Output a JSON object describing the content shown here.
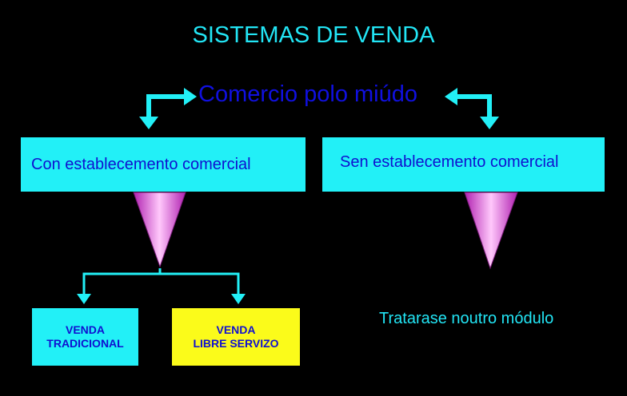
{
  "title": "SISTEMAS DE VENDA",
  "root": "Comercio polo miúdo",
  "branches": {
    "left": "Con establecemento comercial",
    "right": "Sen establecemento comercial"
  },
  "leaves": {
    "tradicional": {
      "line1": "VENDA",
      "line2": "TRADICIONAL"
    },
    "libre": {
      "line1": "VENDA",
      "line2": "LIBRE SERVIZO"
    }
  },
  "note": "Tratarase noutro módulo",
  "colors": {
    "background": "#000000",
    "title": "#22e5f5",
    "root_text": "#1010e0",
    "box_cyan": "#22f0f7",
    "box_yellow": "#fbfb1a",
    "box_text": "#1010d0",
    "arrows": "#22f0f7",
    "funnel": "#ff44ee"
  }
}
